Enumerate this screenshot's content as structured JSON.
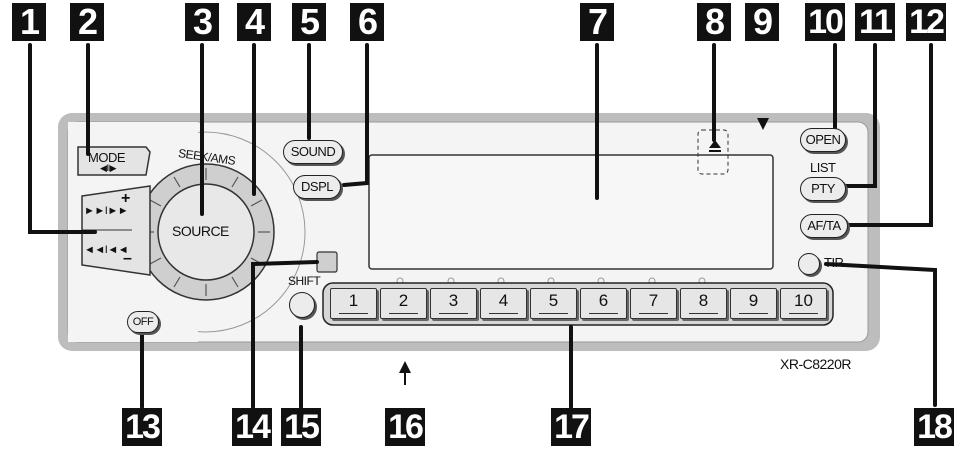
{
  "callouts": [
    "1",
    "2",
    "3",
    "4",
    "5",
    "6",
    "7",
    "8",
    "9",
    "10",
    "11",
    "12",
    "13",
    "14",
    "15",
    "16",
    "17",
    "18"
  ],
  "labels": {
    "mode": "MODE",
    "seek_ams": "SEEK/AMS",
    "source": "SOURCE",
    "sound": "SOUND",
    "dspl": "DSPL",
    "open": "OPEN",
    "list": "LIST",
    "pty": "PTY",
    "af_ta": "AF/TA",
    "tir": "TIR",
    "off": "OFF",
    "shift": "SHIFT",
    "plus": "+",
    "minus": "–",
    "model": "XR-C8220R"
  },
  "presets": [
    "1",
    "2",
    "3",
    "4",
    "5",
    "6",
    "7",
    "8",
    "9",
    "10"
  ],
  "colors": {
    "panel": "#bdbdbd",
    "face": "#f2f2f2",
    "ink": "#111111"
  }
}
